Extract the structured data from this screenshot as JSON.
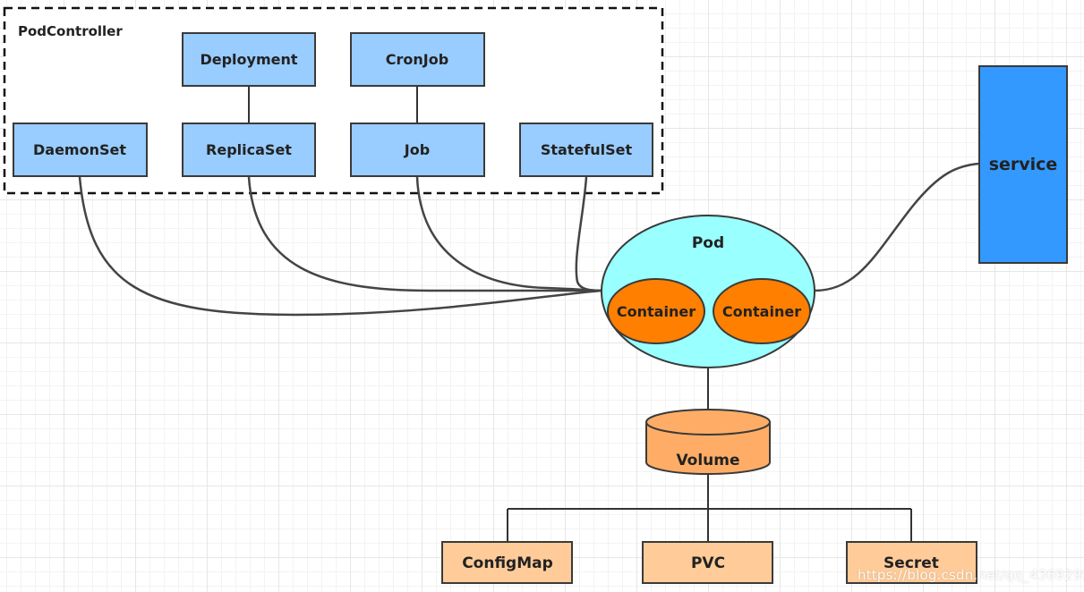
{
  "controller_group": {
    "title": "PodController",
    "nodes": {
      "deployment": "Deployment",
      "cronjob": "CronJob",
      "daemonset": "DaemonSet",
      "replicaset": "ReplicaSet",
      "job": "Job",
      "statefulset": "StatefulSet"
    }
  },
  "pod": {
    "label": "Pod",
    "containers": [
      "Container",
      "Container"
    ]
  },
  "service": {
    "label": "service"
  },
  "volume": {
    "label": "Volume"
  },
  "storage": {
    "configmap": "ConfigMap",
    "pvc": "PVC",
    "secret": "Secret"
  },
  "watermark": "https://blog.csdn.net/qq_43692950",
  "colors": {
    "controller_fill": "#99ccff",
    "pod_fill": "#99ffff",
    "container_fill": "#ff7f00",
    "service_fill": "#3399ff",
    "volume_fill": "#ffad66",
    "storage_fill": "#ffcc99"
  }
}
